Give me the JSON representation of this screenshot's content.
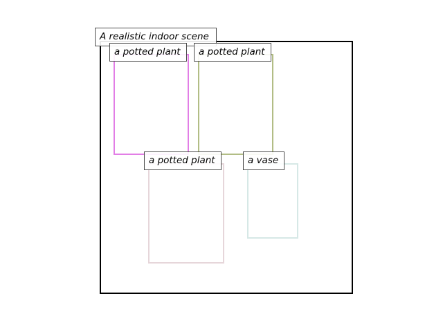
{
  "scene": {
    "caption": "A realistic indoor scene"
  },
  "objects": [
    {
      "id": "plant-1",
      "label": "a potted plant",
      "color": "#e27ee6"
    },
    {
      "id": "plant-2",
      "label": "a potted plant",
      "color": "#b2bd85"
    },
    {
      "id": "plant-3",
      "label": "a potted plant",
      "color": "#e6d6da"
    },
    {
      "id": "vase",
      "label": "a vase",
      "color": "#d6e8e6"
    }
  ]
}
